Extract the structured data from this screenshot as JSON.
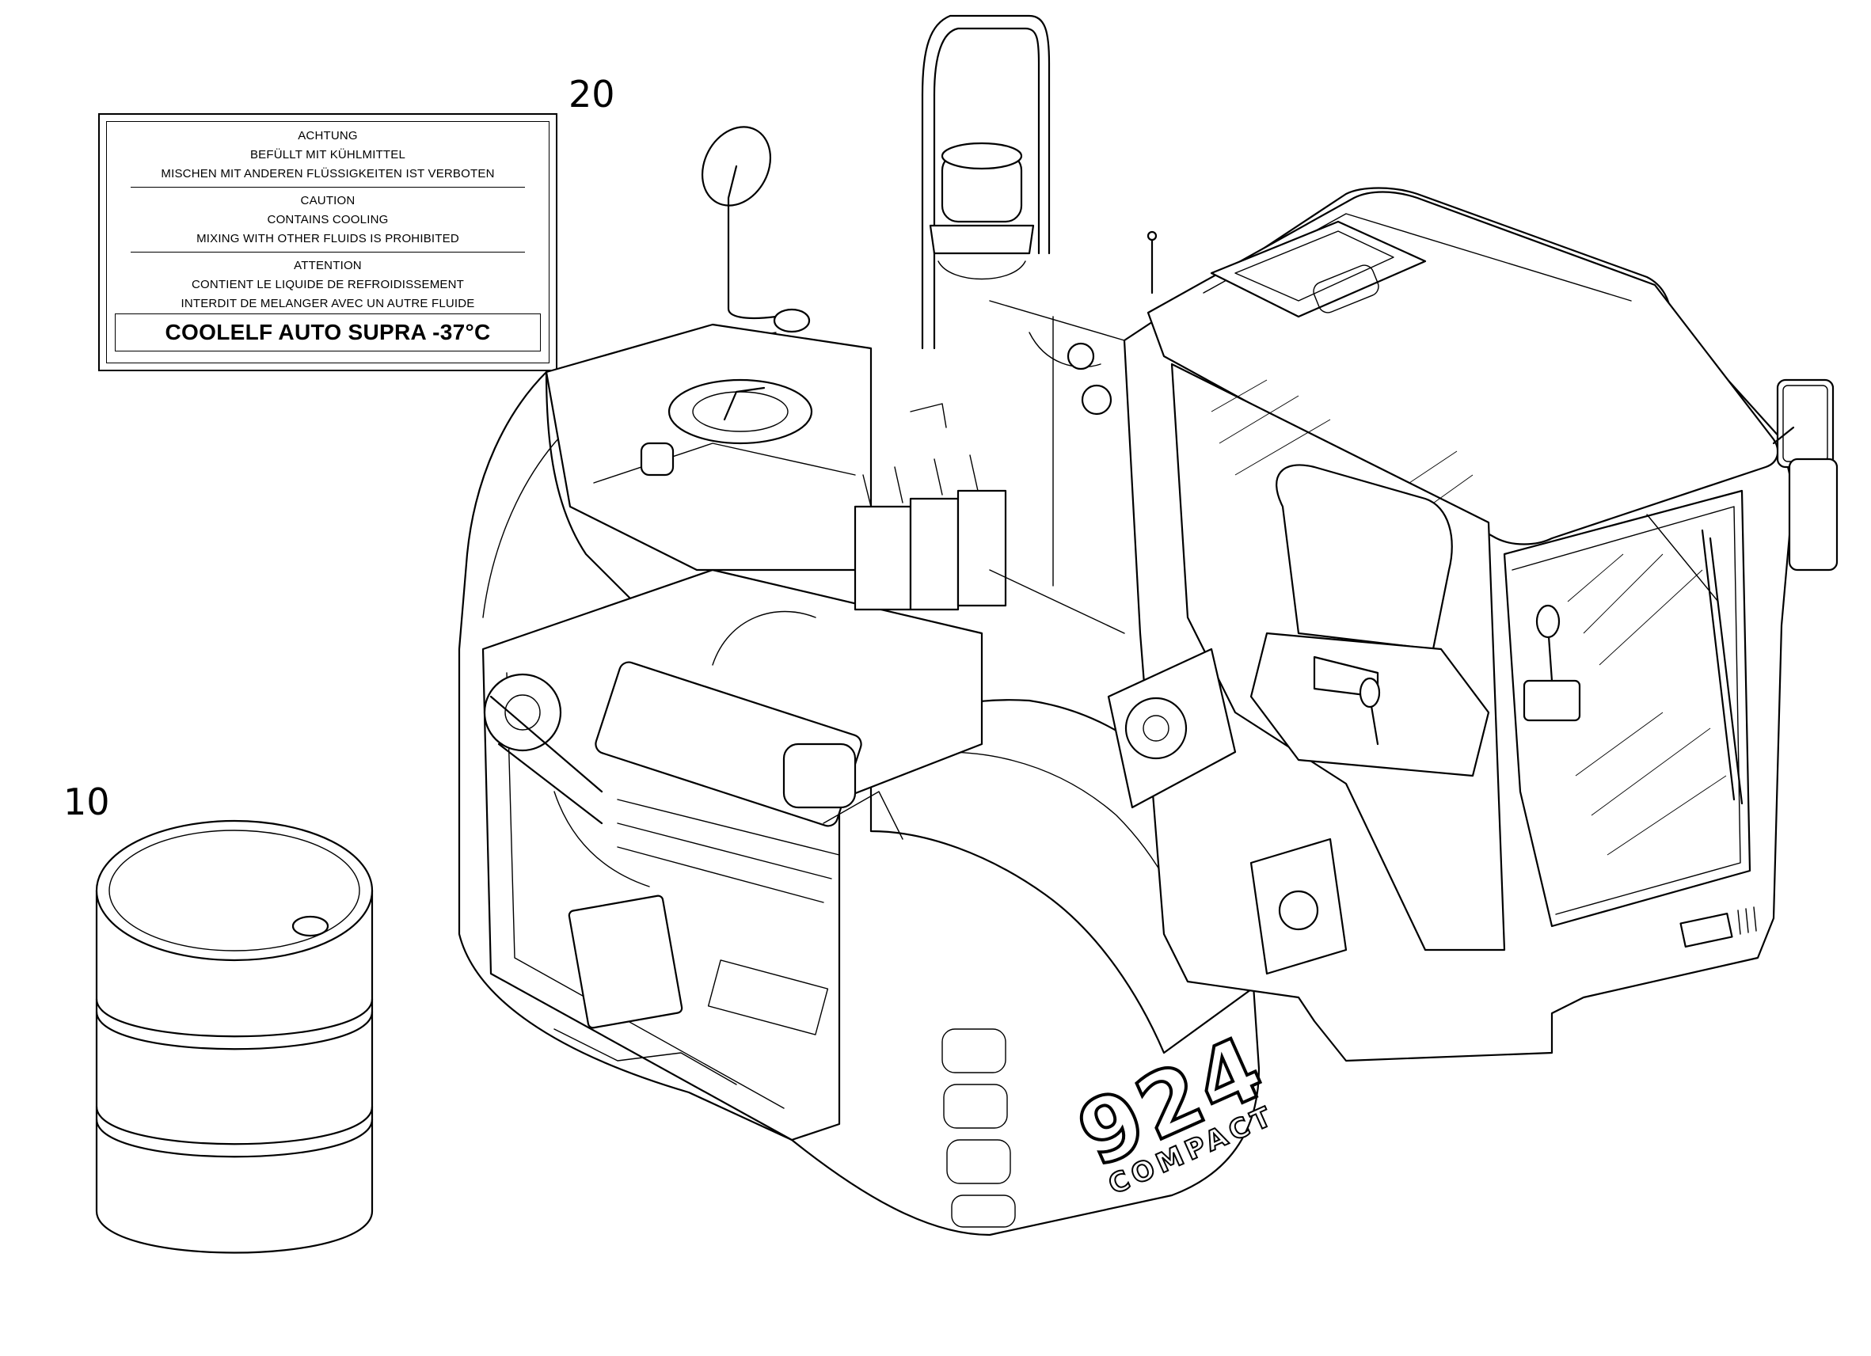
{
  "callouts": {
    "label_item": "20",
    "drum_item": "10"
  },
  "label": {
    "de": {
      "heading": "ACHTUNG",
      "line1": "BEFÜLLT MIT KÜHLMITTEL",
      "line2": "MISCHEN MIT ANDEREN FLÜSSIGKEITEN IST VERBOTEN"
    },
    "en": {
      "heading": "CAUTION",
      "line1": "CONTAINS COOLING",
      "line2": "MIXING WITH OTHER FLUIDS IS PROHIBITED"
    },
    "fr": {
      "heading": "ATTENTION",
      "line1": "CONTIENT LE LIQUIDE DE REFROIDISSEMENT",
      "line2": "INTERDIT DE MELANGER AVEC UN AUTRE FLUIDE"
    },
    "product": "COOLELF AUTO SUPRA -37°C"
  },
  "machine": {
    "model_number": "924",
    "model_suffix": "COMPACT"
  }
}
